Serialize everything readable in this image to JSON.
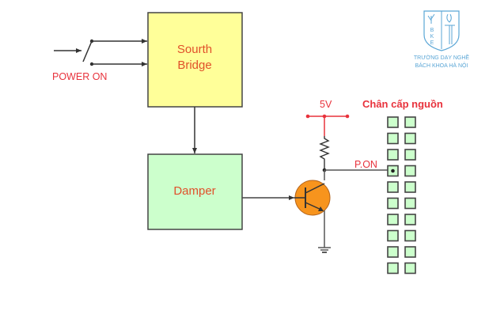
{
  "diagram": {
    "blocks": {
      "south_bridge": {
        "line1": "Sourth",
        "line2": "Bridge",
        "fill": "#ffff99"
      },
      "damper": {
        "label": "Damper",
        "fill": "#ccffcc"
      }
    },
    "labels": {
      "power_on": "POWER ON",
      "supply_voltage": "5V",
      "power_on_signal": "P.ON",
      "connector_title": "Chân cấp nguồn"
    },
    "connector": {
      "columns": 2,
      "rows": 10,
      "signal_pin_row": 4,
      "pin_fill": "#ccffcc"
    },
    "transistor": {
      "type": "NPN",
      "fill": "#f7941d"
    },
    "colors": {
      "label_red": "#e8323c",
      "wire": "#555555",
      "supply_wire": "#e8323c"
    }
  },
  "logo": {
    "line1": "TRƯỜNG DẠY NGHỀ",
    "line2": "BÁCH KHOA HÀ NỘI",
    "letters": [
      "B",
      "K",
      "E"
    ],
    "color": "#5aa6d6"
  }
}
